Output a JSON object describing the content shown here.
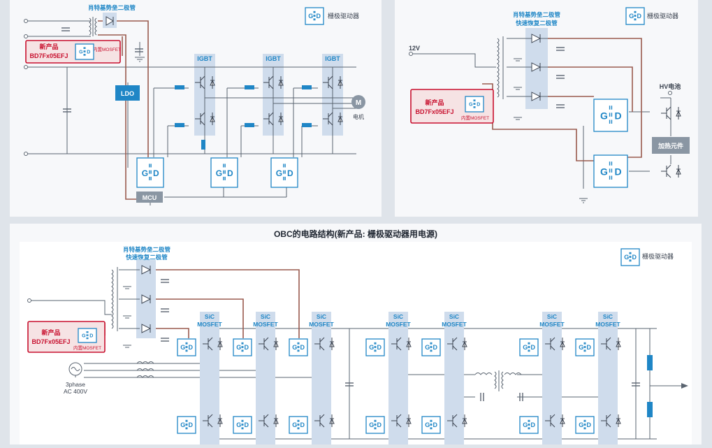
{
  "colors": {
    "panel": "#f7f8fa",
    "wire": "#5a6470",
    "brown": "#9a5a4e",
    "blue": "#1f86c6",
    "red": "#c8102e",
    "shade": "#cfdcec",
    "gray": "#8a96a3",
    "dark": "#3b4350"
  },
  "gd": {
    "g": "G",
    "d": "D"
  },
  "common": {
    "gate_driver_label": "栅极驱动器",
    "new_product": "新产品",
    "part_number": "BD7Fx05EFJ",
    "builtin_mosfet": "内置MOSFET",
    "builtin_mosfet_short": "内置MOSFET"
  },
  "inverter": {
    "diode_label": "肖特基势垒二极管",
    "ldo": "LDO",
    "mcu": "MCU",
    "igbt": "IGBT",
    "motor": "M",
    "motor_label": "电机"
  },
  "heater": {
    "diode_label_1": "肖特基势垒二极管",
    "diode_label_2": "快速恢复二极管",
    "input_voltage": "12V",
    "battery": "HV电池",
    "heater": "加热元件"
  },
  "obc": {
    "title": "OBC的电路结构(新产品: 栅极驱动器用电源)",
    "diode_label_1": "肖特基势垒二极管",
    "diode_label_2": "快速恢复二极管",
    "sic_1": "SiC",
    "sic_2": "MOSFET",
    "source_1": "3phase",
    "source_2": "AC 400V"
  }
}
